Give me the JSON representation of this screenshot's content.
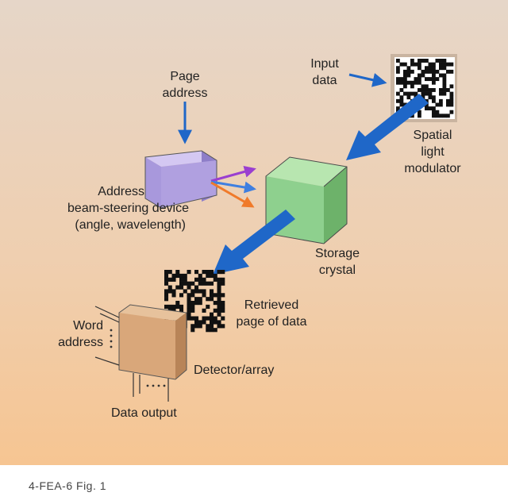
{
  "diagram": {
    "labels": {
      "input_data": [
        "Input",
        "data"
      ],
      "page_address": [
        "Page",
        "address"
      ],
      "spatial_light_modulator": [
        "Spatial",
        "light",
        "modulator"
      ],
      "address_device": [
        "Address",
        "beam-steering device",
        "(angle, wavelength)"
      ],
      "storage_crystal": [
        "Storage",
        "crystal"
      ],
      "retrieved_page": [
        "Retrieved",
        "page of data"
      ],
      "word_address": [
        "Word",
        "address"
      ],
      "detector_array": "Detector/array",
      "data_output": "Data output"
    },
    "caption": "4-FEA-6  Fig. 1"
  },
  "colors": {
    "background_top": "#e6d3c2",
    "background_bottom": "#f4c89a",
    "arrow_blue": "#1f67c8",
    "crystal_green": "#8ed08e",
    "device_violet": "#b0a0e0",
    "detector_tan": "#d9a77a",
    "beam_purple": "#9a3fd0",
    "beam_blue": "#3f7fe0",
    "beam_orange": "#f07a2a"
  },
  "icons": [
    "input-data-pattern",
    "retrieved-data-pattern",
    "blue-arrow",
    "crystal-cube",
    "device-box",
    "detector-panel"
  ]
}
